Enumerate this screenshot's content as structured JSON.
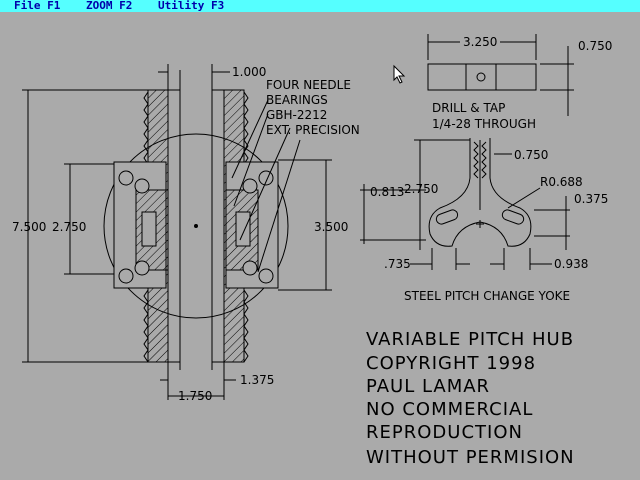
{
  "menu": {
    "file": "File F1",
    "zoom": "ZOOM F2",
    "utility": "Utility F3"
  },
  "drawing": {
    "dims": {
      "overall_height": "7.500",
      "inner_height_left": "2.750",
      "inner_height_right": "3.500",
      "top_width": "1.000",
      "bottom_a": "1.375",
      "bottom_b": "1.750"
    },
    "bearing_note": {
      "line1": "FOUR NEEDLE",
      "line2": "BEARINGS",
      "line3": "GBH-2212",
      "line4": "EXT. PRECISION"
    },
    "block": {
      "width": "3.250",
      "height": "0.750",
      "note1": "DRILL & TAP",
      "note2": "1/4-28 THROUGH"
    },
    "yoke": {
      "d_top": "0.750",
      "d_left": "0.813",
      "d_height": "2.750",
      "radius": "R0.688",
      "d_right": "0.375",
      "d_bottom_left": ".735",
      "d_bottom_right": "0.938",
      "caption": "STEEL PITCH CHANGE YOKE"
    },
    "title_block": [
      "VARIABLE PITCH HUB",
      "COPYRIGHT 1998",
      "PAUL LAMAR",
      "NO COMMERCIAL",
      "REPRODUCTION",
      "WITHOUT PERMISION"
    ]
  }
}
